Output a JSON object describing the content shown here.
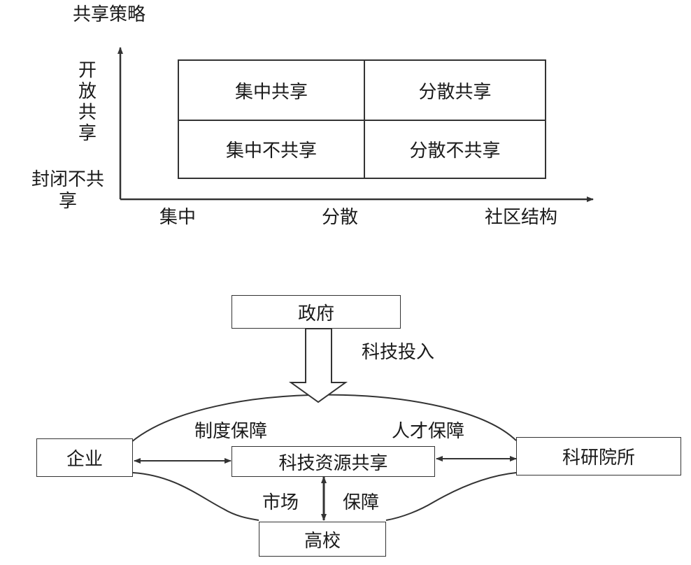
{
  "matrix": {
    "y_axis_title": "共享策略",
    "y_labels": [
      "开放共享",
      "封闭不共享"
    ],
    "x_labels": [
      "集中",
      "分散",
      "社区结构"
    ],
    "cells": [
      "集中共享",
      "分散共享",
      "集中不共享",
      "分散不共享"
    ]
  },
  "flow": {
    "government": "政府",
    "investment": "科技投入",
    "core": "科技资源共享",
    "enterprise": "企业",
    "institute": "科研院所",
    "university": "高校",
    "institution_guarantee": "制度保障",
    "talent_guarantee": "人才保障",
    "market": "市场",
    "guarantee": "保障"
  }
}
